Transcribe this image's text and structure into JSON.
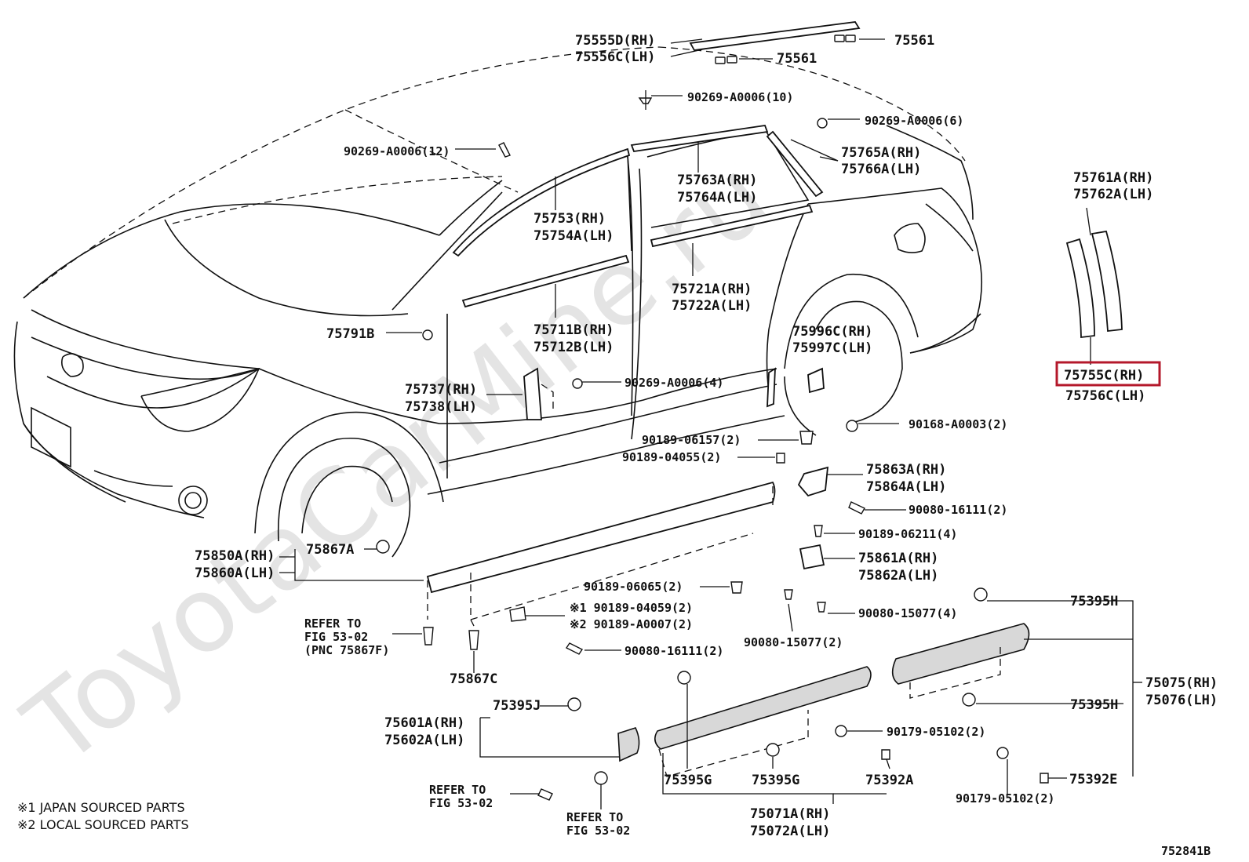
{
  "watermark": "ToyotaCarMine.ru",
  "figure_id": "752841B",
  "notes": {
    "japan": "※1 JAPAN SOURCED PARTS",
    "local": "※2 LOCAL SOURCED PARTS"
  },
  "highlighted_part": "75755C(RH)",
  "labels": {
    "p75555d": "75555D(RH)",
    "p75556c": "75556C(LH)",
    "p75561a": "75561",
    "p75561b": "75561",
    "p0006_10": "90269-A0006(10)",
    "p0006_6": "90269-A0006(6)",
    "p0006_12": "90269-A0006(12)",
    "p75765a": "75765A(RH)",
    "p75766a": "75766A(LH)",
    "p75763a": "75763A(RH)",
    "p75764a": "75764A(LH)",
    "p75761a": "75761A(RH)",
    "p75762a": "75762A(LH)",
    "p75753": "75753(RH)",
    "p75754a": "75754A(LH)",
    "p75721a": "75721A(RH)",
    "p75722a": "75722A(LH)",
    "p75711b": "75711B(RH)",
    "p75712b": "75712B(LH)",
    "p75791b": "75791B",
    "p75996c": "75996C(RH)",
    "p75997c": "75997C(LH)",
    "p75755c": "75755C(RH)",
    "p75756c": "75756C(LH)",
    "p75737": "75737(RH)",
    "p75738": "75738(LH)",
    "p0006_4": "90269-A0006(4)",
    "p06157": "90189-06157(2)",
    "p0003": "90168-A0003(2)",
    "p04055": "90189-04055(2)",
    "p75863a": "75863A(RH)",
    "p75864a": "75864A(LH)",
    "p16111a": "90080-16111(2)",
    "p06211": "90189-06211(4)",
    "p75861a": "75861A(RH)",
    "p75862a": "75862A(LH)",
    "p75850a": "75850A(RH)",
    "p75860a": "75860A(LH)",
    "p75867a": "75867A",
    "p06065": "90189-06065(2)",
    "p04059": "※1 90189-04059(2)",
    "pA0007": "※2 90189-A0007(2)",
    "p15077a": "90080-15077(4)",
    "p15077b": "90080-15077(2)",
    "p75395h_top": "75395H",
    "refer1_a": "REFER TO",
    "refer1_b": "FIG 53-02",
    "refer1_c": "(PNC 75867F)",
    "p16111b": "90080-16111(2)",
    "p75867c": "75867C",
    "p75075": "75075(RH)",
    "p75076": "75076(LH)",
    "p75395h_bot": "75395H",
    "p75395j": "75395J",
    "p75601a": "75601A(RH)",
    "p75602a": "75602A(LH)",
    "p05102a": "90179-05102(2)",
    "p05102b": "90179-05102(2)",
    "refer2_a": "REFER TO",
    "refer2_b": "FIG 53-02",
    "refer3_a": "REFER TO",
    "refer3_b": "FIG 53-02",
    "p75395g1": "75395G",
    "p75395g2": "75395G",
    "p75392a": "75392A",
    "p75392e": "75392E",
    "p75071a": "75071A(RH)",
    "p75072a": "75072A(LH)"
  }
}
